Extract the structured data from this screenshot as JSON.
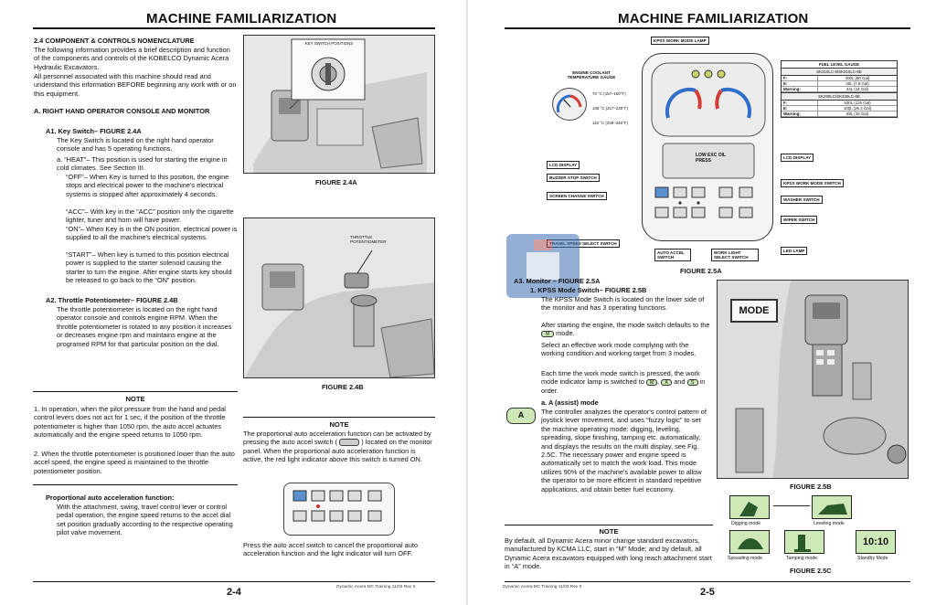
{
  "left": {
    "header": "MACHINE FAMILIARIZATION",
    "section_title": "2.4  COMPONENT & CONTROLS NOMENCLATURE",
    "intro1": "The following information provides a brief description and function of the components and controls of the KOBELCO Dynamic Acera Hydraulic Excavators.",
    "intro2": "All personnel associated with this machine should read and understand this information BEFORE beginning any work with or on this equipment.",
    "sub_a": "A.  RIGHT HAND OPERATOR CONSOLE AND MONITOR",
    "a1_title": "A1.   Key Switch– FIGURE 2.4A",
    "a1_body": "The Key Switch is located on the right hand operator console and has 5 operating functions.",
    "heat": "a.  “HEAT”– This position is used for starting the engine in cold climates. See Section III.",
    "off": "“OFF”– When Key is turned to this position, the engine stops and electrical power to the machine's electrical systems is stopped after approximately 4 seconds.",
    "acc": "“ACC”– With key in the “ACC” position only the cigarette lighter, tuner and horn will have power.",
    "on": "“ON”– When Key is in the ON position, electrical power is supplied to all the machine's electrical systems.",
    "start": "“START”– When key is turned to this position electrical power is supplied to the starter solenoid causing the starter to turn the engine. After engine starts key should be released to go back to the “ON” position.",
    "a2_title": "A2.   Throttle Potentiometer– FIGURE 2.4B",
    "a2_body": "The throttle potentiometer is located on the right hand operator console and controls engine RPM. When the throttle potentiometer is rotated to any position it increases or decreases engine rpm and maintains engine at the programed RPM for that particular position on the dial.",
    "note_title": "NOTE",
    "note1": "1.  In operation, when the pilot pressure from the hand and pedal control levers does not act for 1 sec, if the position of the throttle potentiometer is higher than 1050 rpm, the auto accel actuates automatically and the engine speed returns to 1050 rpm.",
    "note2": "2.  When the throttle potentiometer is positioned lower than the auto accel speed, the engine speed is maintained to the throttle potentiometer position.",
    "prop_title": "Proportional auto acceleration function:",
    "prop_body": "With the attachment, swing, travel control lever or control pedal operation, the engine speed returns to the accel dial set position gradually according to the respective operating pilot valve movement.",
    "fig_a_label": "KEY SWITCH POSITIONS",
    "fig_a_caption": "FIGURE 2.4A",
    "fig_b_label": "THROTTLE POTENTIOMETER",
    "fig_b_caption": "FIGURE 2.4B",
    "note_r_title": "NOTE",
    "note_r_1": "The proportional auto acceleration function can be activated by pressing the auto accel switch (",
    "note_r_2": ") located on the monitor panel. When the proportional auto acceleration function is active, the red light indicator above this switch is turned ON.",
    "note_r_3": "Press the auto accel switch to cancel the proportional auto acceleration function and the light indicator will turn OFF.",
    "page_num": "2-4",
    "footer": "Dynamic Acera MC Training  11/03  Rev 0"
  },
  "right": {
    "header": "MACHINE FAMILIARIZATION",
    "labels": {
      "kpss_lamp": "KPSS WORK MODE LAMP",
      "coolant": "ENGINE COOLANT TEMPERATURE GAUGE",
      "fuel": "FUEL LEVEL GAUGE",
      "lcd1": "LCD DISPLAY",
      "buzzer": "BUZZER STOP SWITCH",
      "screen": "SCREEN CHANGE SWITCH",
      "travel": "TRAVEL SPEED SELECT SWITCH",
      "auto": "AUTO ACCEL SWITCH",
      "work_light": "WORK LIGHT SELECT SWITCH",
      "led": "LED LAMP",
      "wiper": "WIPER SWITCH",
      "washer": "WASHER SWITCH",
      "kpss_switch": "KPSS WORK MODE SWITCH",
      "lcd2": "LCD DISPLAY"
    },
    "coolant_a": "70 °C (157–160°F)",
    "coolant_b": "105 °C (217–230°F)",
    "coolant_c": "115 °C (239–248°F)",
    "fuel_head": "SK210LC-6/SK210LC-6E",
    "fuel_rows": [
      [
        "F:",
        "300L (80 Gal)"
      ],
      [
        "E:",
        "30L (7.9 Gal)"
      ],
      [
        "Warning:",
        "34L (14 Gal)"
      ]
    ],
    "fuel_head2": "SK290LC/SK330LC-6E",
    "fuel_rows2": [
      [
        "F:",
        "500L (126 Gal)"
      ],
      [
        "E:",
        "100L (26.4 Gal)"
      ],
      [
        "Warning:",
        "68L (18 Gal)"
      ]
    ],
    "low_exc": "LOW EXC OIL PRESS",
    "fig_caption_a": "FIGURE 2.5A",
    "a3_title": "A3.  Monitor – FIGURE 2.5A",
    "kpss_title": "1.   KPSS Mode Switch– FIGURE 2.5B",
    "kpss_body1": "The KPSS Mode Switch is located on the lower side of the monitor and has 3 operating functions.",
    "kpss_body2": "After starting the engine, the mode switch defaults to the",
    "kpss_body2b": "mode.",
    "kpss_body3": "Select an effective work mode complying with the working condition and working target from 3 modes.",
    "kpss_body4": "Each time the work mode switch is pressed, the work mode indicator lamp is switched to",
    "kpss_body4b": "in order.",
    "mode_m": "M",
    "mode_a": "A",
    "mode_s": "S",
    "assist_title": "a. A (assist) mode",
    "assist_body": "The controller analyzes the operator's control pattern of joystick lever movement, and uses “fuzzy logic” to set the machine operating mode: digging, leveling, spreading, slope finishing, tamping etc. automatically, and displays the results on the multi display, see Fig. 2.5C. The necessary power and engine speed is automatically set to match the work load. This mode utilizes 90% of the machine's available power to allow the operator to be more efficient in standard repetitive applications, and obtain better fuel economy.",
    "a_badge": "A",
    "mode_button": "MODE",
    "fig_caption_b": "FIGURE 2.5B",
    "modes": [
      "Digging mode",
      "Leveling mode",
      "Spreading mode",
      "Tamping mode",
      "Standby Mode"
    ],
    "standby_time": "10:10",
    "fig_caption_c": "FIGURE 2.5C",
    "note_title": "NOTE",
    "note_body": "By default, all Dynamic Acera minor change standard excavators, manufactured by KCMA LLC, start in “M” Mode; and by default, all Dynamic Acera excavators equipped with long reach attachment start in “A” mode.",
    "page_num": "2-5",
    "footer": "Dynamic Acera MC Training  11/03  Rev 0"
  },
  "colors": {
    "mode_green": "#cfe8b8",
    "watermark_blue": "#3b6fb6",
    "watermark_red": "#c9473f"
  }
}
